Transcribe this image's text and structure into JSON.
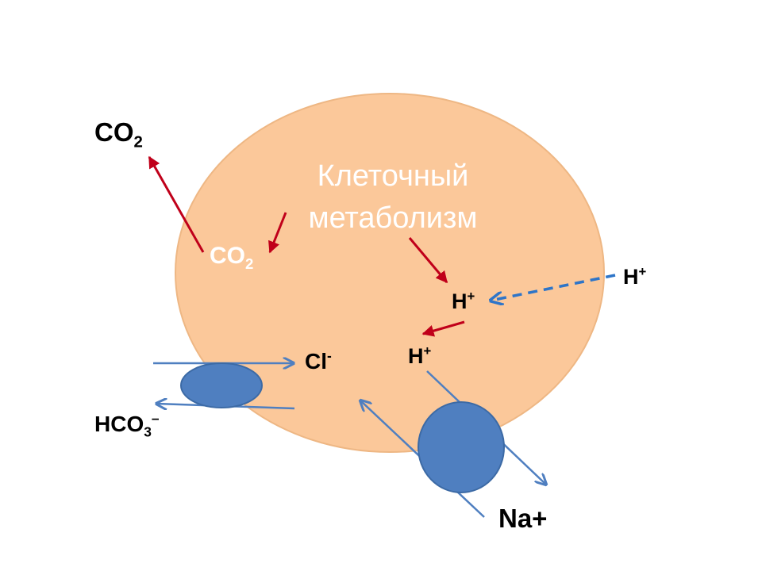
{
  "colors": {
    "cell_fill": "#fbc89a",
    "cell_stroke": "#eeb784",
    "transporter_fill": "#4f7fc0",
    "transporter_stroke": "#3c6aa5",
    "red_arrow": "#c0001a",
    "blue_arrow": "#4f7fc0",
    "dashed_arrow": "#2e75c8"
  },
  "cell": {
    "title_line1": "Клеточный",
    "title_line2": "метаболизм"
  },
  "labels": {
    "co2_out": {
      "base": "CO",
      "sub": "2"
    },
    "co2_in": {
      "base": "CO",
      "sub": "2"
    },
    "h_outside": {
      "base": "H",
      "sup": "+"
    },
    "h_center": {
      "base": "H",
      "sup": "+"
    },
    "h_lower": {
      "base": "H",
      "sup": "+"
    },
    "cl": {
      "base": "Cl",
      "sup": "-"
    },
    "hco3": {
      "base": "HCO",
      "sub": "3",
      "sup": "–"
    },
    "na": "Na+"
  }
}
